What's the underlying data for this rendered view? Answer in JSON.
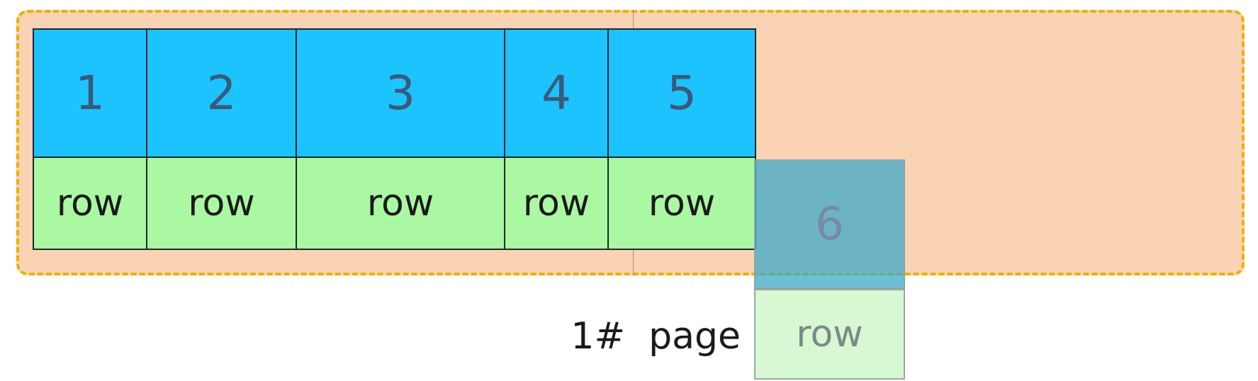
{
  "records": [
    {
      "number": "1",
      "label": "row"
    },
    {
      "number": "2",
      "label": "row"
    },
    {
      "number": "3",
      "label": "row"
    },
    {
      "number": "4",
      "label": "row"
    },
    {
      "number": "5",
      "label": "row"
    }
  ],
  "overflow_record": {
    "number": "6",
    "label": "row"
  },
  "page_label": "1#  page",
  "colors": {
    "page_fill": "#fad3b4",
    "page_border": "#e8b200",
    "number_cell": "#1cc3ff",
    "row_cell": "#abf8a3"
  }
}
